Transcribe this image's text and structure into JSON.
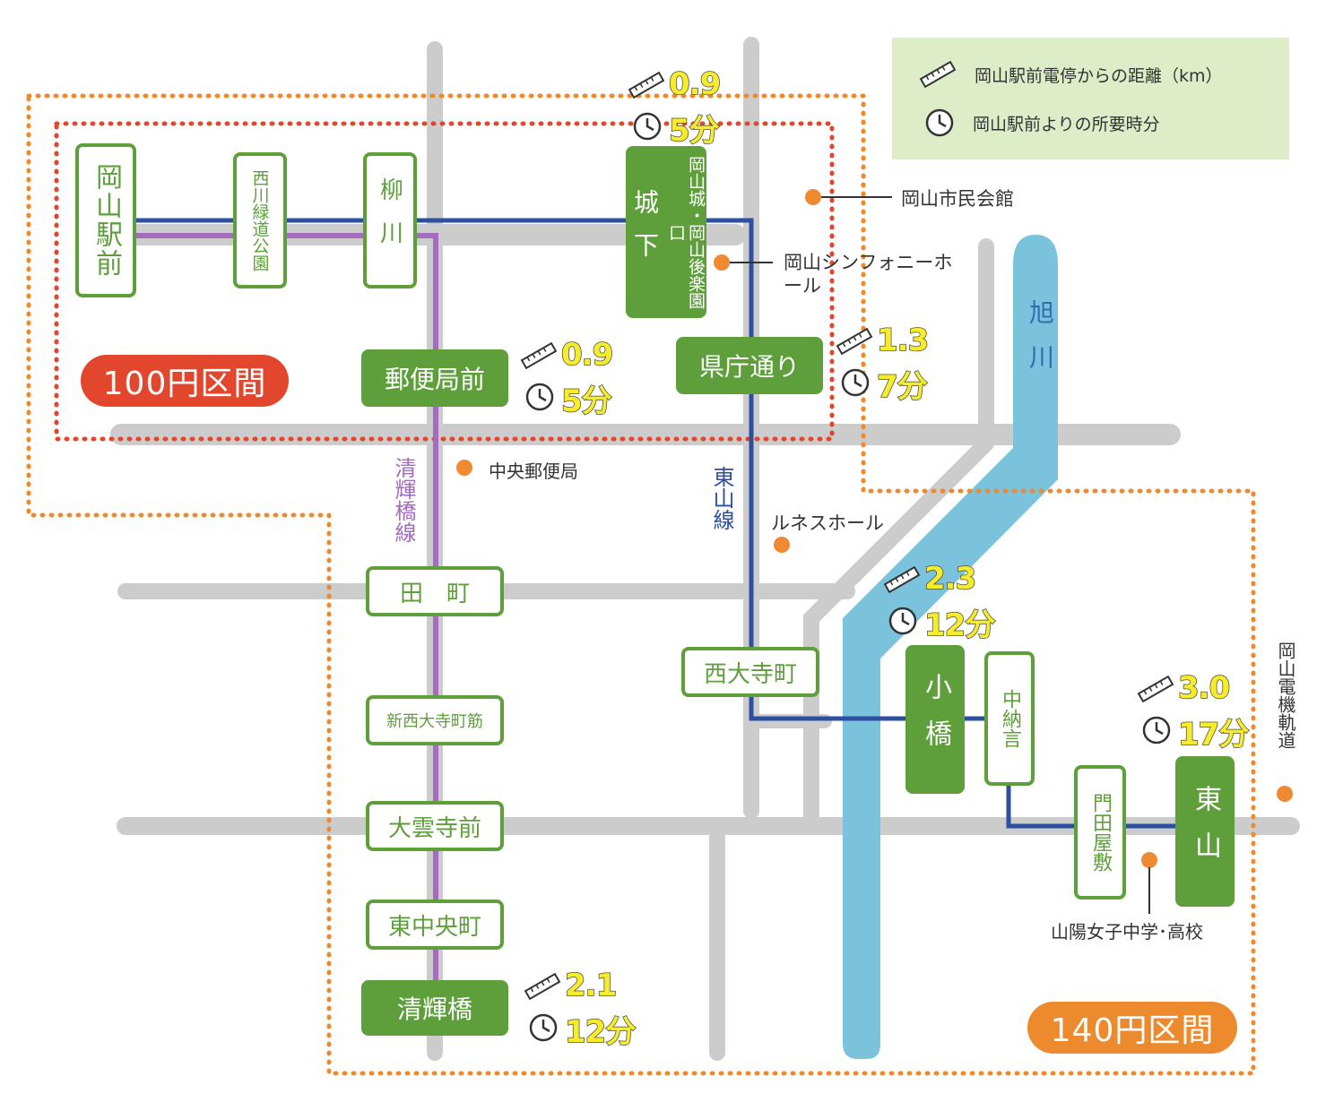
{
  "legend": {
    "distance_label": "岡山駅前電停からの距離（km）",
    "time_label": "岡山駅前よりの所要時分",
    "ruler_icon": "ruler-icon",
    "clock_icon": "clock-icon"
  },
  "fare_zones": {
    "zone_100": "100円区間",
    "zone_140": "140円区間"
  },
  "lines": {
    "higashiyama": "東山線",
    "seikibashi": "清輝橋線"
  },
  "river": "旭川",
  "railway": "岡山電機軌道",
  "stations": {
    "okayama_ekimae": "岡山駅前",
    "nishigawa": "西川緑道公園",
    "yanagawa": "柳川",
    "jouka": "城下",
    "okayamajo": "岡山城・岡山後楽園口",
    "yubinkyokumae": "郵便局前",
    "kenchodori": "県庁通り",
    "tamachi": "田　町",
    "shinsaidaiji": "新西大寺町筋",
    "daiunji": "大雲寺前",
    "higashichuo": "東中央町",
    "seikibashi": "清輝橋",
    "saidaijicho": "西大寺町",
    "kobashi": "小橋",
    "nakanagon": "中納言",
    "kadotayashiki": "門田屋敷",
    "higashiyama": "東山"
  },
  "landmarks": {
    "shimin_kaikan": "岡山市民会館",
    "symphony_hall": "岡山シンフォニーホール",
    "chuo_yubinkyoku": "中央郵便局",
    "renesu_hall": "ルネスホール",
    "sanyo_school": "山陽女子中学･高校"
  },
  "stops_info": {
    "jouka": {
      "distance": "0.9",
      "time": "5分"
    },
    "yubinkyokumae": {
      "distance": "0.9",
      "time": "5分"
    },
    "kenchodori": {
      "distance": "1.3",
      "time": "7分"
    },
    "kobashi": {
      "distance": "2.3",
      "time": "12分"
    },
    "higashiyama": {
      "distance": "3.0",
      "time": "17分"
    },
    "seikibashi": {
      "distance": "2.1",
      "time": "12分"
    }
  },
  "colors": {
    "road": "#cccccc",
    "river": "#7bc2dc",
    "higashiyama_line": "#2d4fa0",
    "seikibashi_line": "#a46cbf",
    "station_green": "#5e9f3c",
    "zone_100_border": "#e2472d",
    "zone_140_border": "#ee8a2e",
    "landmark_dot": "#ef8a32",
    "legend_bg": "#dcedc8",
    "number_yellow": "#f6ec29"
  }
}
